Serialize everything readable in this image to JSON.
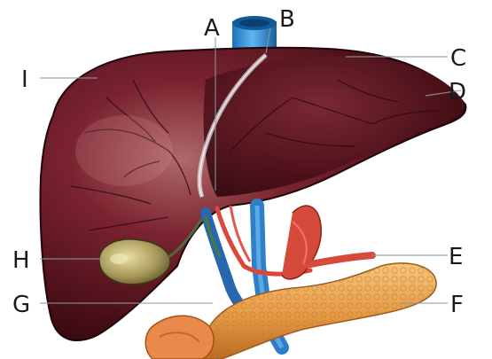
{
  "labels": [
    "A",
    "B",
    "C",
    "D",
    "E",
    "F",
    "G",
    "H",
    "I"
  ],
  "colors": {
    "liver_dark": "#3a0a12",
    "liver_mid": "#6e1a26",
    "liver_light": "#a85b5e",
    "vein_blue": "#2f8fd8",
    "artery_red": "#d9483a",
    "pancreas": "#e9a24a",
    "gallbladder": "#b0a36a",
    "label_text": "#1a1a1a",
    "leader_line": "#8a9aa2"
  }
}
